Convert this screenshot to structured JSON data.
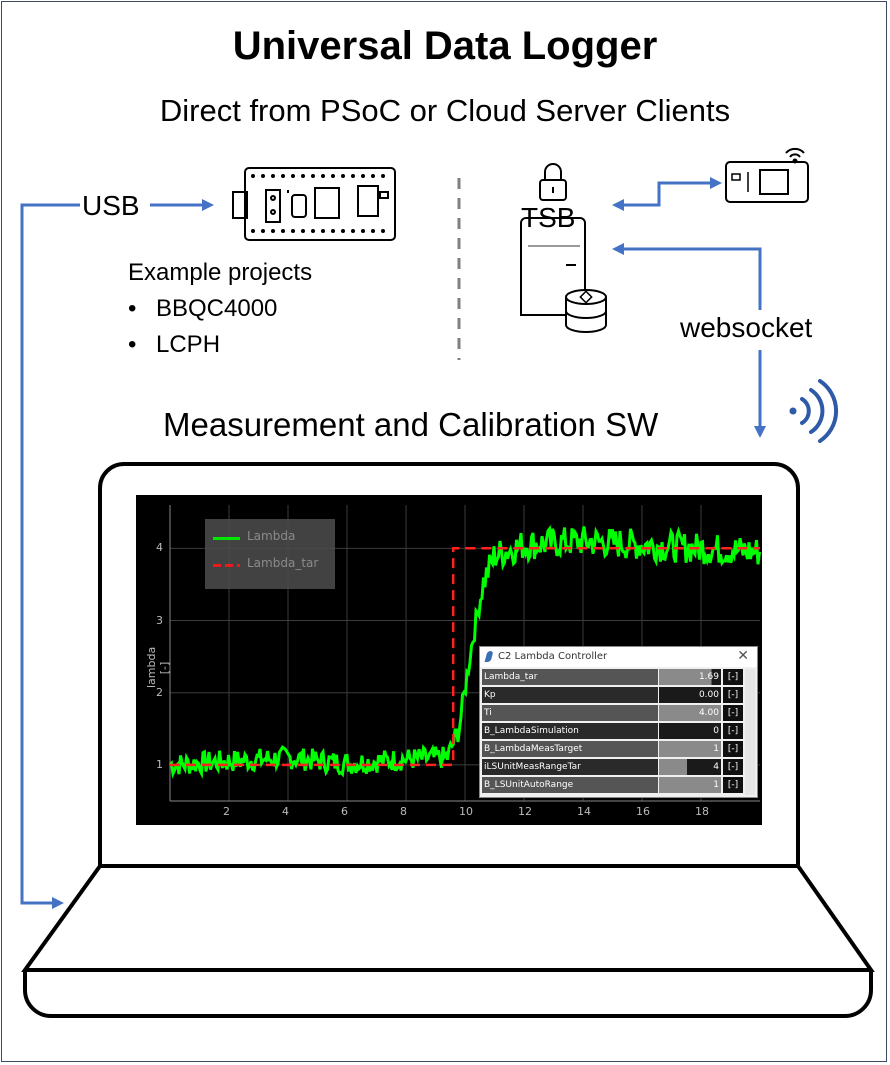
{
  "title": "Universal Data Logger",
  "subtitle": "Direct from PSoC or Cloud Server Clients",
  "labels": {
    "usb": "USB",
    "tsb": "TSB",
    "websocket": "websocket",
    "sw": "Measurement and Calibration SW"
  },
  "example_projects": {
    "heading": "Example projects",
    "items": [
      "BBQC4000",
      "LCPH"
    ]
  },
  "colors": {
    "arrow": "#4472c4",
    "lambda": "#00ff00",
    "lambda_tar": "#ff2020",
    "frame": "#3a4a66"
  },
  "icons": [
    "circuit-board-icon",
    "lock-icon",
    "server-icon",
    "database-icon",
    "wifi-module-icon",
    "wireless-signal-icon",
    "laptop-icon"
  ],
  "chart_data": {
    "type": "line",
    "ylabel": "lambda [-]",
    "xlim": [
      0,
      20
    ],
    "ylim": [
      0.5,
      4.6
    ],
    "x_ticks": [
      2,
      4,
      6,
      8,
      10,
      12,
      14,
      16,
      18
    ],
    "y_ticks": [
      1,
      2,
      3,
      4
    ],
    "legend": "top-left",
    "grid": true,
    "series": [
      {
        "name": "Lambda",
        "x": [
          0,
          2,
          4,
          6,
          8,
          9.4,
          9.8,
          10.2,
          10.6,
          11.0,
          12,
          14,
          16,
          18,
          20
        ],
        "values": [
          1.0,
          1.05,
          1.1,
          1.02,
          1.08,
          1.1,
          1.5,
          2.6,
          3.5,
          3.9,
          4.05,
          4.1,
          4.05,
          4.0,
          3.95
        ]
      },
      {
        "name": "Lambda_tar",
        "x": [
          0,
          9.6,
          9.6,
          20
        ],
        "values": [
          1.0,
          1.0,
          4.0,
          4.0
        ]
      }
    ]
  },
  "dialog": {
    "title": "C2 Lambda Controller",
    "close": "✕",
    "rows": [
      {
        "name": "Lambda_tar",
        "value": "1.69",
        "unit": "[-]",
        "fill": 0.85
      },
      {
        "name": "Kp",
        "value": "0.00",
        "unit": "[-]",
        "fill": 0.0
      },
      {
        "name": "Ti",
        "value": "4.00",
        "unit": "[-]",
        "fill": 1.0
      },
      {
        "name": "B_LambdaSimulation",
        "value": "0",
        "unit": "[-]",
        "fill": 0.0
      },
      {
        "name": "B_LambdaMeasTarget",
        "value": "1",
        "unit": "[-]",
        "fill": 1.0
      },
      {
        "name": "iLSUnitMeasRangeTar",
        "value": "4",
        "unit": "[-]",
        "fill": 0.45
      },
      {
        "name": "B_LSUnitAutoRange",
        "value": "1",
        "unit": "[-]",
        "fill": 1.0
      }
    ]
  }
}
